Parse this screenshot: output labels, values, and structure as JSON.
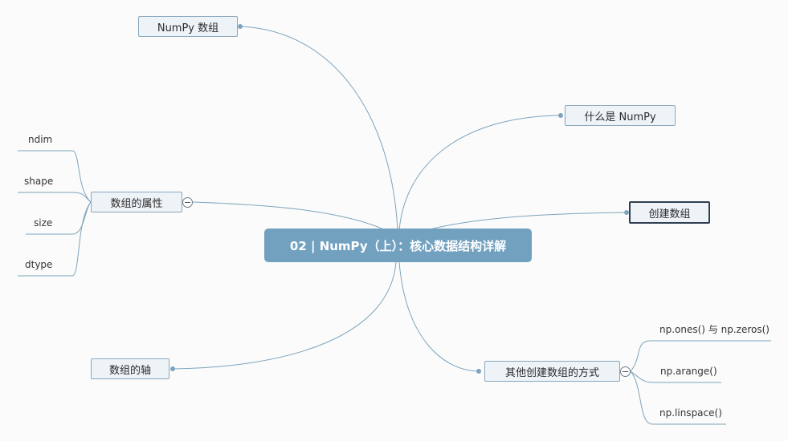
{
  "central": {
    "label": "02 | NumPy（上）：核心数据结构详解"
  },
  "topics": [
    {
      "id": "numpy-arrays",
      "label": "NumPy 数组"
    },
    {
      "id": "what-is-numpy",
      "label": "什么是 NumPy"
    },
    {
      "id": "create-arrays",
      "label": "创建数组",
      "selected": true
    },
    {
      "id": "array-attributes",
      "label": "数组的属性",
      "collapsible": true,
      "children": [
        "ndim",
        "shape",
        "size",
        "dtype"
      ]
    },
    {
      "id": "array-axes",
      "label": "数组的轴"
    },
    {
      "id": "other-creation",
      "label": "其他创建数组的方式",
      "collapsible": true,
      "children": [
        "np.ones() 与 np.zeros()",
        "np.arange()",
        "np.linspace()"
      ]
    }
  ],
  "colors": {
    "edge": "#7ea4bd",
    "central_fill": "#72a1c0",
    "topic_fill": "#eef3f7",
    "topic_border": "#8aa7bd",
    "selected_border": "#2f3f4f"
  }
}
